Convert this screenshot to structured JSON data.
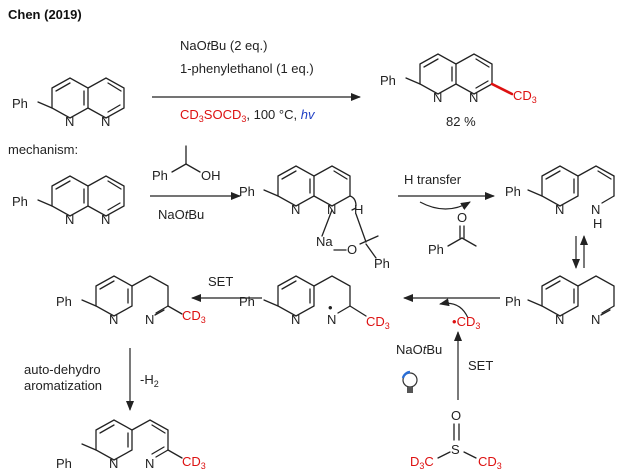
{
  "title": "Chen (2019)",
  "reaction": {
    "reagent_1": "NaO",
    "reagent_1_italic": "t",
    "reagent_1_tail": "Bu (2 eq.)",
    "reagent_2": "1-phenylethanol (1 eq.)",
    "solvent": "CD",
    "solvent_sub": "3",
    "solvent_mid": "SOCD",
    "solvent_sub2": "3",
    "solvent_tail": ", 100 °C, ",
    "light": "hv",
    "yield": "82 %"
  },
  "mechanism_label": "mechanism:",
  "atoms": {
    "ph": "Ph",
    "n": "N",
    "h": "H",
    "o": "O",
    "oh": "OH",
    "na": "Na",
    "s": "S",
    "cd3_c": "CD",
    "cd3_sub": "3",
    "d3c_d": "D",
    "d3c_sub": "3",
    "d3c_c": "C",
    "radical_dot": "•"
  },
  "labels": {
    "naotbu_pre": "NaO",
    "naotbu_t": "t",
    "naotbu_post": "Bu",
    "h_transfer": "H transfer",
    "set": "SET",
    "auto1": "auto-dehydro",
    "auto2": "aromatization",
    "minus_h2": "-H",
    "minus_h2_sub": "2"
  },
  "colors": {
    "accent_red": "#d11111",
    "hv_blue": "#1f3fc4"
  }
}
